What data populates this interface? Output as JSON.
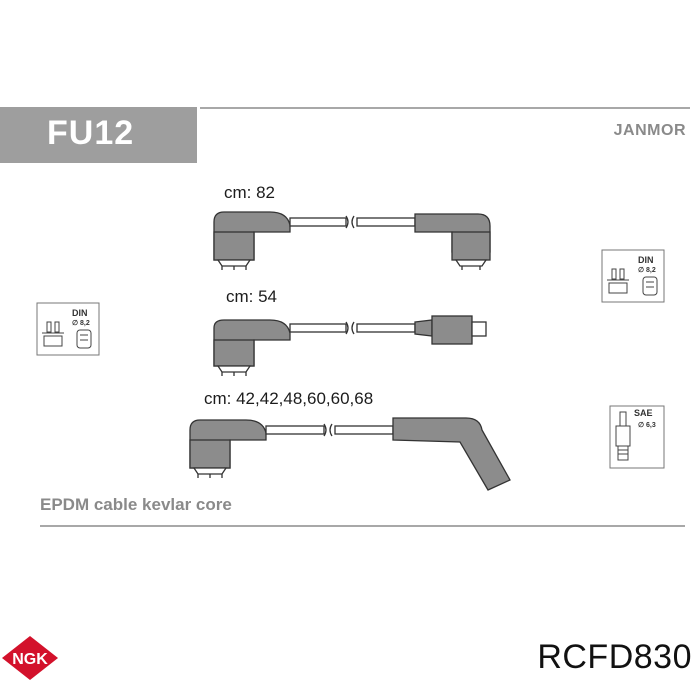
{
  "header": {
    "code": "FU12",
    "brand": "JANMOR"
  },
  "cables": [
    {
      "label": "cm: 82"
    },
    {
      "label": "cm: 54"
    },
    {
      "label": "cm: 42,42,48,60,60,68"
    }
  ],
  "icons": {
    "din_left": {
      "title": "DIN",
      "size": "∅ 8,2"
    },
    "din_right": {
      "title": "DIN",
      "size": "∅ 8,2"
    },
    "sae_right": {
      "title": "SAE",
      "size": "∅ 6,3"
    }
  },
  "caption": "EPDM cable kevlar core",
  "footer": {
    "logo": "NGK",
    "part_number": "RCFD830"
  },
  "colors": {
    "header_box": "#9e9e9e",
    "boot": "#8c8c8c",
    "logo_red": "#d3112b"
  }
}
